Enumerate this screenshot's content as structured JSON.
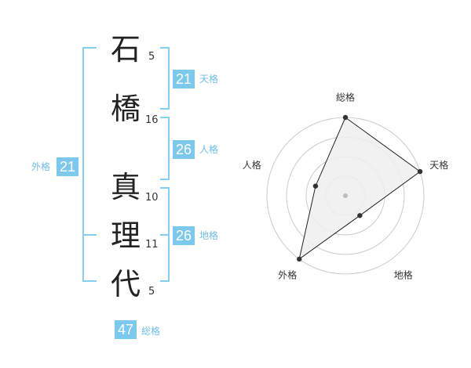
{
  "name": {
    "chars": [
      {
        "char": "石",
        "strokes": "5"
      },
      {
        "char": "橋",
        "strokes": "16"
      },
      {
        "char": "真",
        "strokes": "10"
      },
      {
        "char": "理",
        "strokes": "11"
      },
      {
        "char": "代",
        "strokes": "5"
      }
    ]
  },
  "kakusu": {
    "tenkaku": {
      "value": "21",
      "label": "天格"
    },
    "jinkaku": {
      "value": "26",
      "label": "人格"
    },
    "chikaku": {
      "value": "26",
      "label": "地格"
    },
    "gaikaku": {
      "value": "21",
      "label": "外格"
    },
    "soukaku": {
      "value": "47",
      "label": "総格"
    }
  },
  "radar": {
    "axes": [
      "総格",
      "天格",
      "地格",
      "外格",
      "人格"
    ],
    "levels": 4,
    "values": [
      4,
      4,
      1.25,
      4,
      1.6
    ],
    "max": 4.4,
    "colors": {
      "fill": "#efefef",
      "ring": "#cccccc",
      "line": "#222222",
      "point": "#333333",
      "center": "#bbbbbb"
    }
  },
  "colors": {
    "accent": "#7cc8ee",
    "bracket": "#84cef1"
  }
}
